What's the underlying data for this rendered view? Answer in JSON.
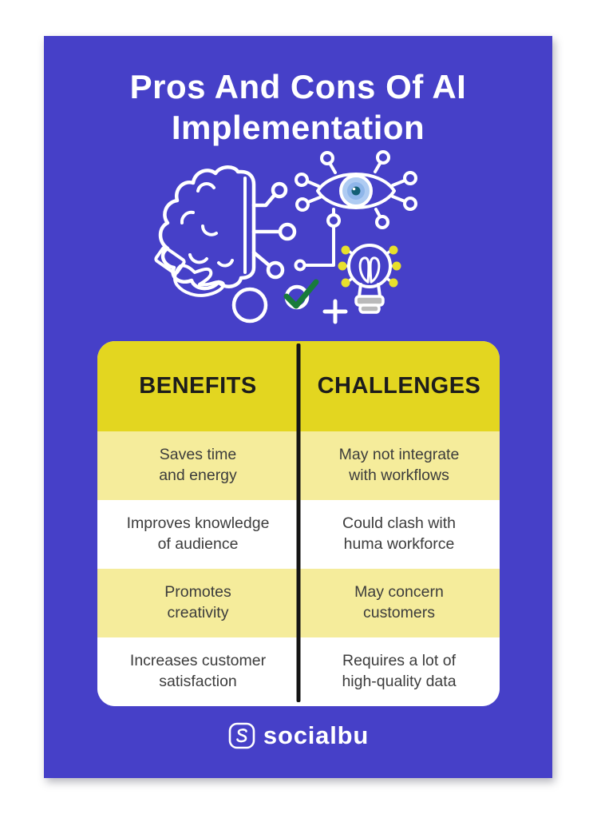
{
  "poster": {
    "title_line1": "Pros And Cons Of AI",
    "title_line2": "Implementation"
  },
  "table": {
    "header": {
      "left": "BENEFITS",
      "right": "CHALLENGES"
    },
    "rows": [
      {
        "left_line1": "Saves time",
        "left_line2": "and energy",
        "right_line1": "May not integrate",
        "right_line2": "with workflows"
      },
      {
        "left_line1": "Improves knowledge",
        "left_line2": "of audience",
        "right_line1": "Could clash with",
        "right_line2": "huma workforce"
      },
      {
        "left_line1": "Promotes",
        "left_line2": "creativity",
        "right_line1": "May concern",
        "right_line2": "customers"
      },
      {
        "left_line1": "Increases customer",
        "left_line2": "satisfaction",
        "right_line1": "Requires a lot of",
        "right_line2": "high-quality data"
      }
    ]
  },
  "footer": {
    "brand": "socialbu"
  },
  "illustration": {
    "icons": [
      "hand-icon",
      "brain-circuit-icon",
      "ai-eye-icon",
      "lightbulb-network-icon",
      "check-icon",
      "plus-icon",
      "circle-icon"
    ]
  },
  "colors": {
    "poster_background": "#4640C8",
    "header_yellow": "#E3D620",
    "row_yellow": "#F5EC9B",
    "row_white": "#FFFFFF",
    "check_green": "#187B3B",
    "bulb_node_yellow": "#E8E02C",
    "eye_iris_blue": "#AECBF2",
    "divider_black": "#151515"
  }
}
